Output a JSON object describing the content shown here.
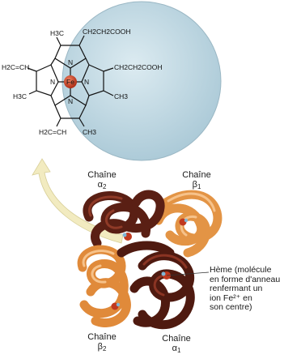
{
  "heme_formula": {
    "top_methyl": "H3C",
    "top_acid": "CH2CH2COOH",
    "left_vinyl": "H2C=CH",
    "right_acid": "CH2CH2COOH",
    "left_methyl": "H3C",
    "right_methyl": "CH3",
    "iron": "Fe",
    "bottom_vinyl": "H2C=CH",
    "bottom_methyl": "CH3",
    "nitrogen": "N"
  },
  "chains": {
    "alpha2": {
      "name": "Chaîne",
      "symbol": "α",
      "index": "2"
    },
    "beta1": {
      "name": "Chaîne",
      "symbol": "β",
      "index": "1"
    },
    "beta2": {
      "name": "Chaîne",
      "symbol": "β",
      "index": "2"
    },
    "alpha1": {
      "name": "Chaîne",
      "symbol": "α",
      "index": "1"
    }
  },
  "heme_note": {
    "line1": "Hème (molécule",
    "line2": "en forme d'anneau",
    "line3": "renfermant un",
    "line4": "ion Fe²⁺ en",
    "line5": "son centre)"
  },
  "colors": {
    "circle_fill": "#c9dfe8",
    "dark_chain": "#5a1f14",
    "light_chain": "#e08a3a",
    "iron": "#c0391f",
    "arrow": "#f2ebc0"
  }
}
